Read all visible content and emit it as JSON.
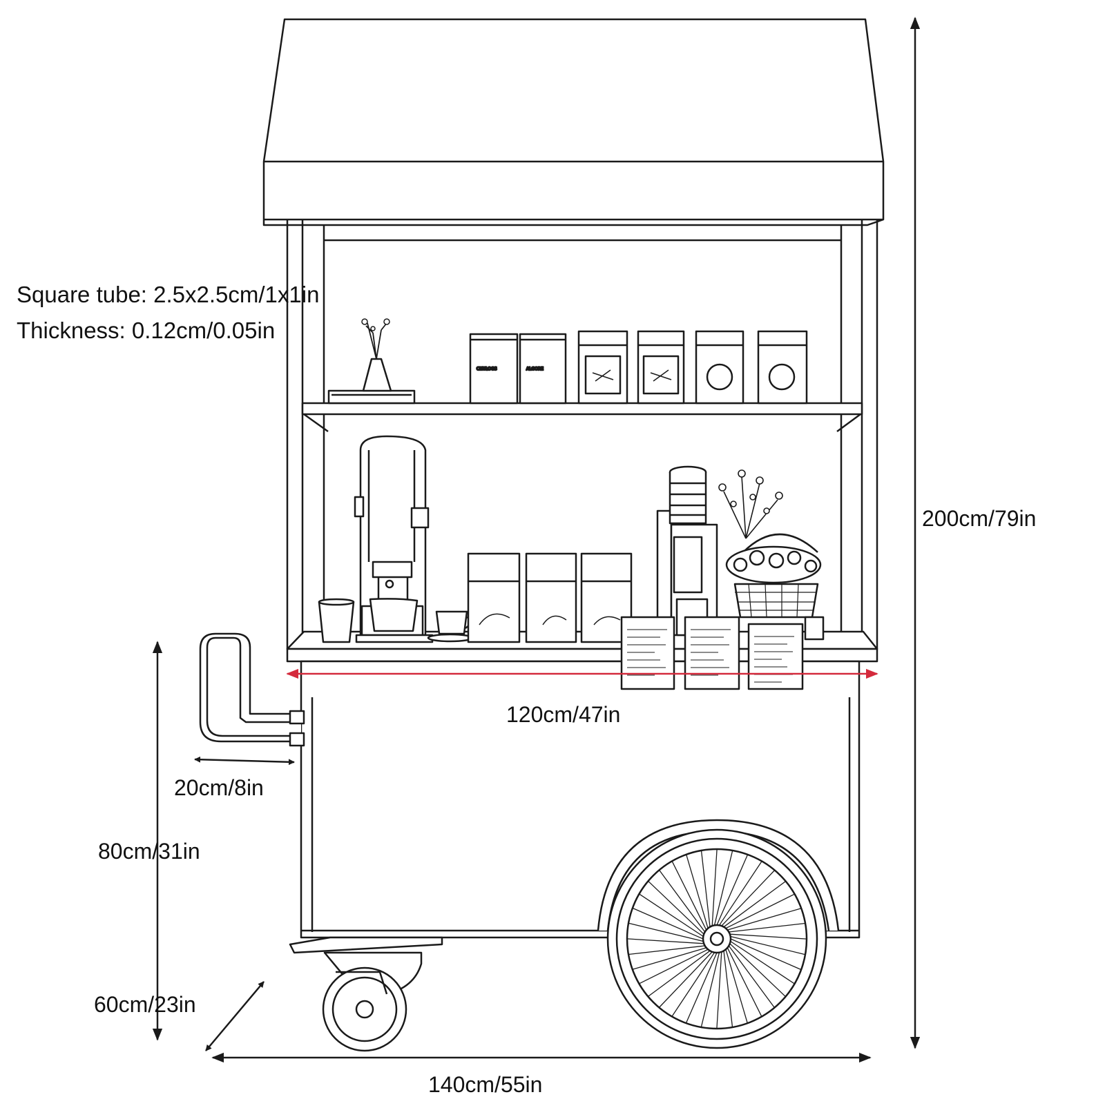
{
  "specs": {
    "tube": "Square tube: 2.5x2.5cm/1x1in",
    "thickness": "Thickness: 0.12cm/0.05in"
  },
  "dimensions": {
    "height_total": "200cm/79in",
    "width_counter": "120cm/47in",
    "handle": "20cm/8in",
    "height_counter": "80cm/31in",
    "depth": "60cm/23in",
    "length": "140cm/55in"
  },
  "colors": {
    "line": "#1a1a1a",
    "accent": "#d42a3c"
  }
}
